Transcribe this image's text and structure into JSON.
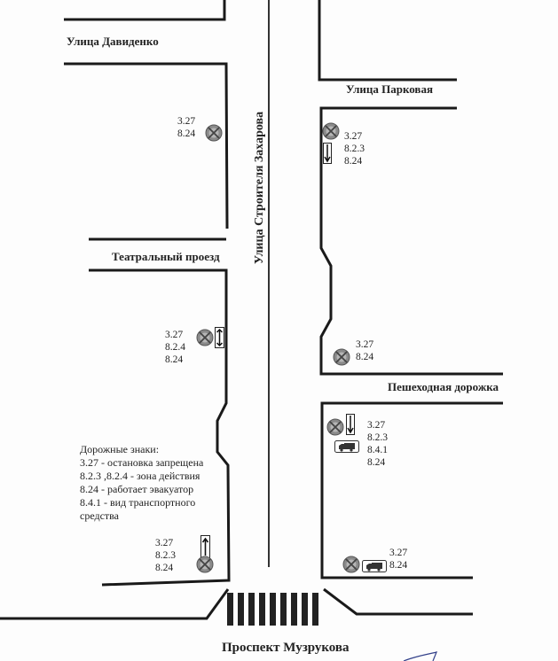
{
  "streets": {
    "davidenko": "Улица Давиденко",
    "parkovaya": "Улица Парковая",
    "teatralny": "Театральный проезд",
    "zakharova": "Улица   Строителя Захарова",
    "peshekhodnaya": "Пешеходная дорожка",
    "muzrukova": "Проспект Музрукова"
  },
  "sign_groups": [
    {
      "codes": [
        "3.27",
        "8.24"
      ]
    },
    {
      "codes": [
        "3.27",
        "8.2.3",
        "8.24"
      ]
    },
    {
      "codes": [
        "3.27",
        "8.2.4",
        "8.24"
      ]
    },
    {
      "codes": [
        "3.27",
        "8.24"
      ]
    },
    {
      "codes": [
        "3.27",
        "8.2.3",
        "8.4.1",
        "8.24"
      ]
    },
    {
      "codes": [
        "3.27",
        "8.2.3",
        "8.24"
      ]
    },
    {
      "codes": [
        "3.27",
        "8.24"
      ]
    }
  ],
  "legend": {
    "title": "Дорожные знаки:",
    "items": [
      "3.27 - остановка запрещена",
      "8.2.3 ,8.2.4 - зона действия",
      "8.24 - работает эвакуатор",
      "8.4.1 - вид транспортного",
      "средства"
    ]
  },
  "colors": {
    "line": "#1a1a1a",
    "sign": "#8a8a8a"
  }
}
